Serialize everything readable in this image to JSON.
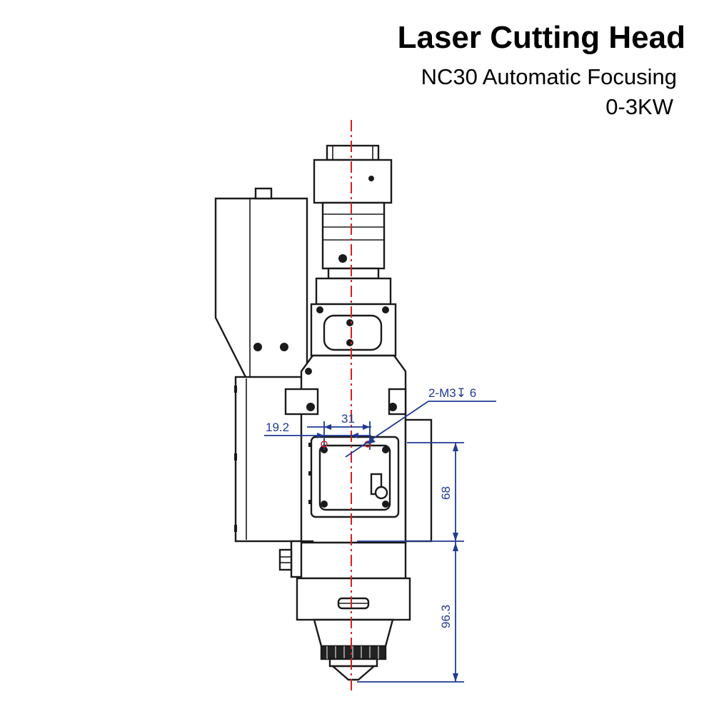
{
  "header": {
    "title": "Laser Cutting Head",
    "subtitle": "NC30 Automatic Focusing",
    "power": "0-3KW"
  },
  "dimensions": {
    "d_19_2": "19.2",
    "d_31": "31",
    "d_68": "68",
    "d_96_3": "96.3",
    "thread_note": "2-M3↧ 6"
  },
  "colors": {
    "outline": "#1a1a1a",
    "dimension": "#1f3a93",
    "centerline": "#d62020"
  }
}
